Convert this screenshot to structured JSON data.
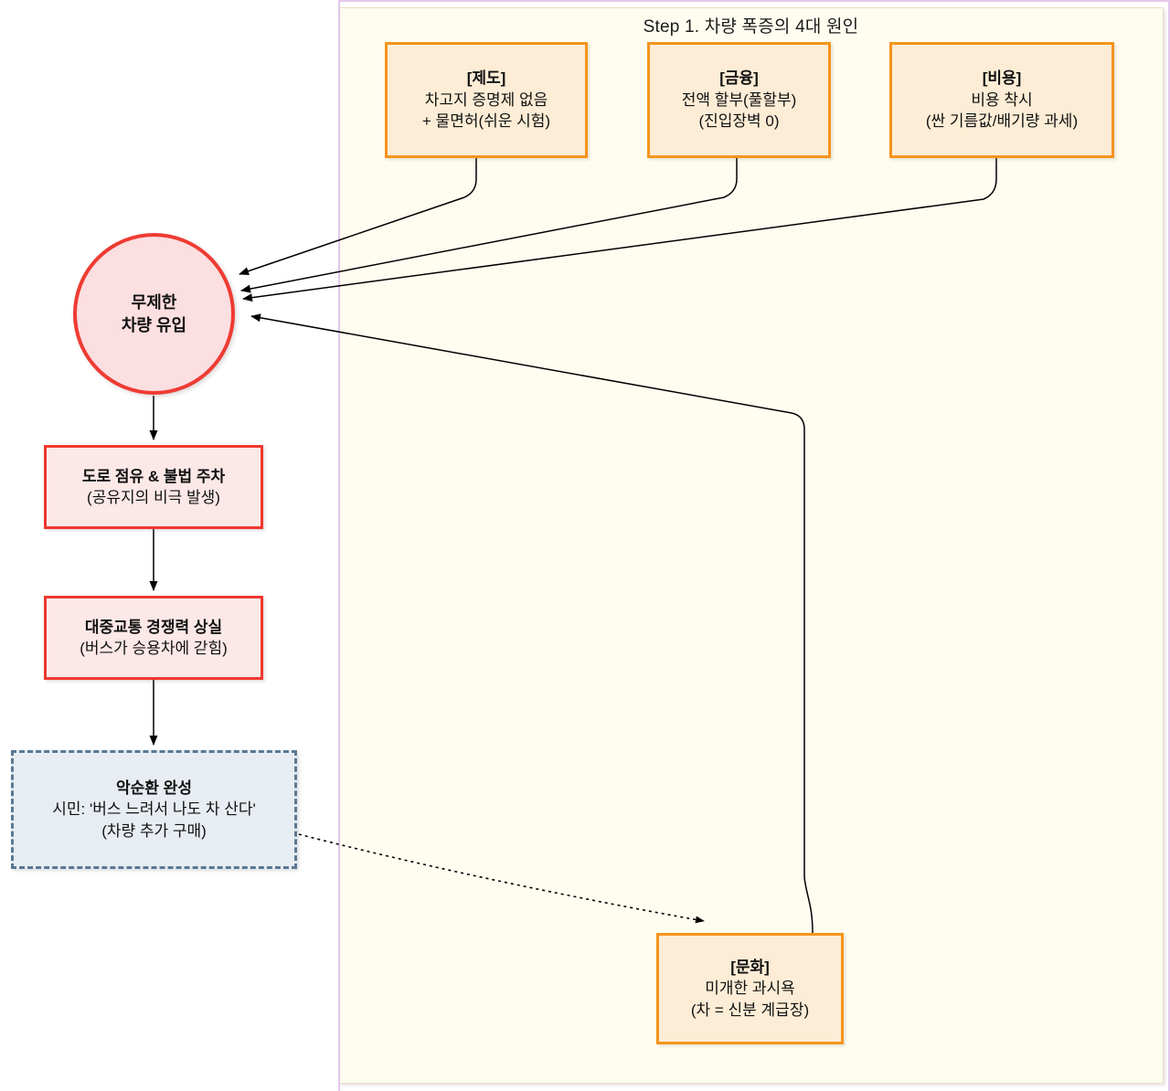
{
  "cluster": {
    "title": "Step 1. 차량 폭증의 4대 원인",
    "background": "#fffdf0",
    "border_color": "#e8dcc0",
    "outline_color": "#e3c6ea"
  },
  "palette": {
    "cause_fill": "#fdedd6",
    "cause_stroke": "#f5941d",
    "effect_fill": "#fde8e8",
    "effect_stroke": "#f0372f",
    "circle_fill": "#fcdfe1",
    "circle_stroke": "#ef3b33",
    "loop_fill": "#e7edf2",
    "loop_stroke": "#5a7894",
    "edge_color": "#000000"
  },
  "nodes": {
    "jedo": {
      "title": "[제도]",
      "line1": "차고지 증명제 없음",
      "line2": "+ 물면허(쉬운 시험)"
    },
    "geumyung": {
      "title": "[금융]",
      "line1": "전액 할부(풀할부)",
      "line2": "(진입장벽 0)"
    },
    "biyong": {
      "title": "[비용]",
      "line1": "비용 착시",
      "line2": "(싼 기름값/배기량 과세)"
    },
    "munhwa": {
      "title": "[문화]",
      "line1": "미개한 과시욕",
      "line2": "(차 = 신분 계급장)"
    },
    "inflow": {
      "line1": "무제한",
      "line2": "차량 유입"
    },
    "road": {
      "title": "도로 점유 & 불법 주차",
      "line1": "(공유지의 비극 발생)"
    },
    "transit": {
      "title": "대중교통 경쟁력 상실",
      "line1": "(버스가 승용차에 갇힘)"
    },
    "loop": {
      "title": "악순환 완성",
      "line1": "시민: '버스 느려서 나도 차 산다'",
      "line2": "(차량 추가 구매)"
    }
  },
  "edges": [
    {
      "id": "jedo-to-inflow",
      "from": "jedo",
      "to": "inflow",
      "style": "solid"
    },
    {
      "id": "geumyung-to-inflow",
      "from": "geumyung",
      "to": "inflow",
      "style": "solid"
    },
    {
      "id": "biyong-to-inflow",
      "from": "biyong",
      "to": "inflow",
      "style": "solid"
    },
    {
      "id": "munhwa-to-inflow",
      "from": "munhwa",
      "to": "inflow",
      "style": "solid"
    },
    {
      "id": "inflow-to-road",
      "from": "inflow",
      "to": "road",
      "style": "solid"
    },
    {
      "id": "road-to-transit",
      "from": "road",
      "to": "transit",
      "style": "solid"
    },
    {
      "id": "transit-to-loop",
      "from": "transit",
      "to": "loop",
      "style": "solid"
    },
    {
      "id": "loop-to-munhwa",
      "from": "loop",
      "to": "munhwa",
      "style": "dotted"
    }
  ]
}
